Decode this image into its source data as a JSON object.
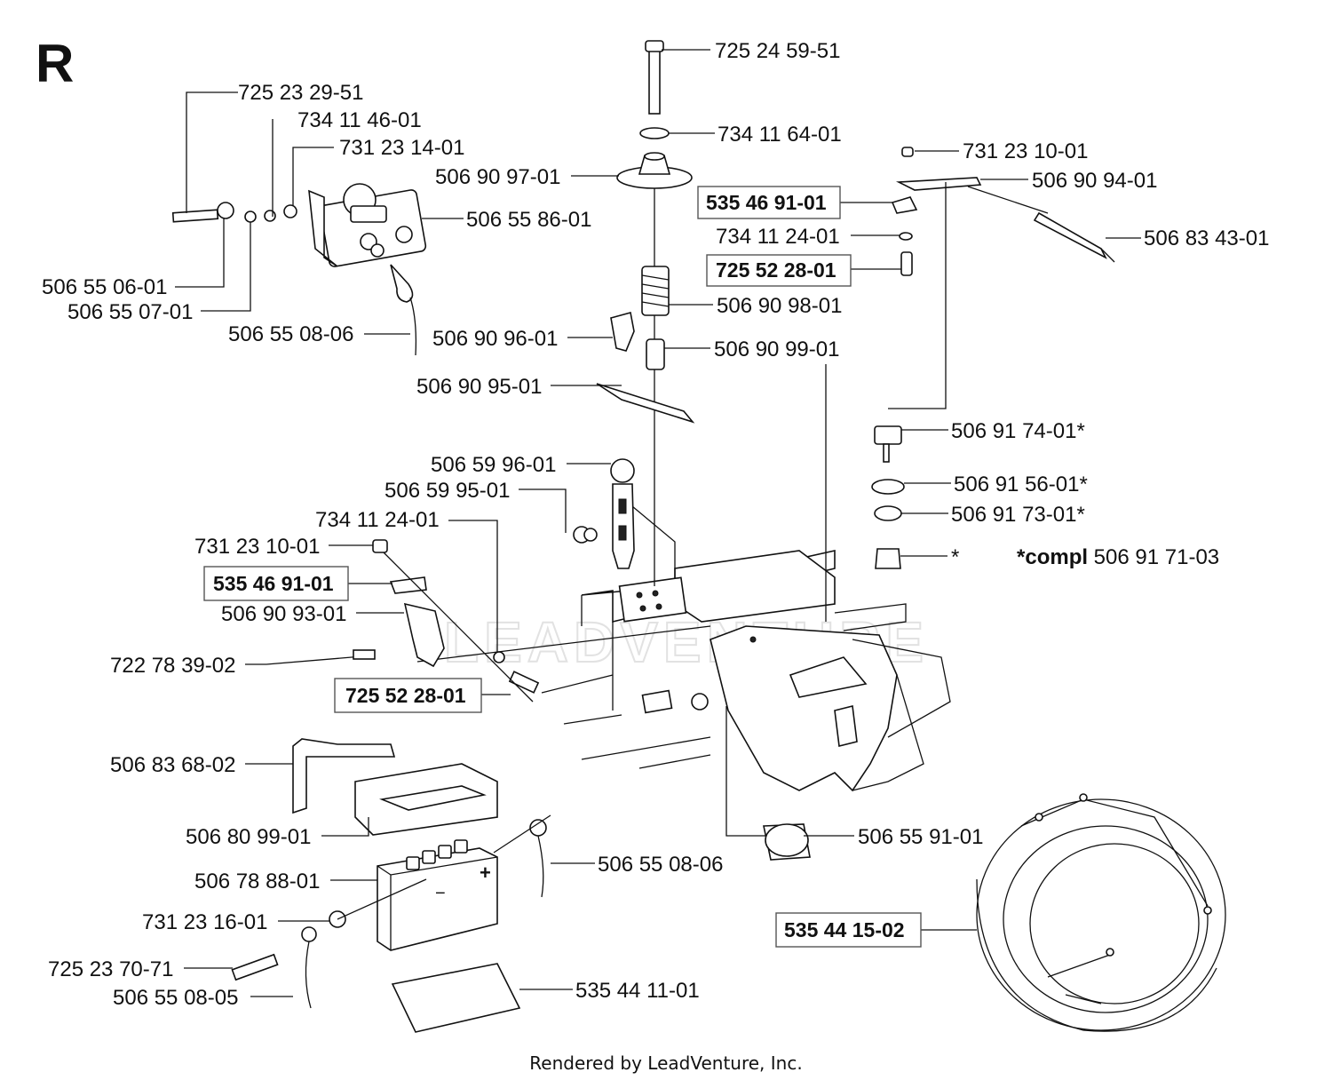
{
  "section_letter": "R",
  "watermark": "LEADVENTURE",
  "footer": "Rendered by LeadVenture, Inc.",
  "labels": {
    "l01": "725 24 59-51",
    "l02": "725 23 29-51",
    "l03": "734 11 46-01",
    "l04": "731 23 14-01",
    "l05": "734 11 64-01",
    "l06": "731 23 10-01",
    "l07": "506 90 97-01",
    "l08": "506 90 94-01",
    "l09": "506 55 86-01",
    "l10": "535 46 91-01",
    "l11": "506 83 43-01",
    "l12": "734 11 24-01",
    "l13": "506 55 06-01",
    "l14": "725 52 28-01",
    "l15": "506 55 07-01",
    "l16": "506 90 98-01",
    "l17": "506 55 08-06",
    "l18": "506 90 96-01",
    "l19": "506 90 99-01",
    "l20": "506 90 95-01",
    "l21": "506 91 74-01*",
    "l22": "506 59 96-01",
    "l23": "506 91 56-01*",
    "l24": "506 59 95-01",
    "l25": "506 91 73-01*",
    "l26": "734 11 24-01",
    "l27": "*",
    "l28_bold": "*compl",
    "l28_rest": " 506 91 71-03",
    "l29": "731 23 10-01",
    "l30": "535 46 91-01",
    "l31": "506 90 93-01",
    "l32": "722 78 39-02",
    "l33": "725 52 28-01",
    "l34": "506 83 68-02",
    "l35": "506 55 91-01",
    "l36": "506 80 99-01",
    "l37": "506 55 08-06",
    "l38": "506 78 88-01",
    "l39": "535 44 15-02",
    "l40": "731 23 16-01",
    "l41": "725 23 70-71",
    "l42": "506 55 08-05",
    "l43": "535 44 11-01"
  }
}
